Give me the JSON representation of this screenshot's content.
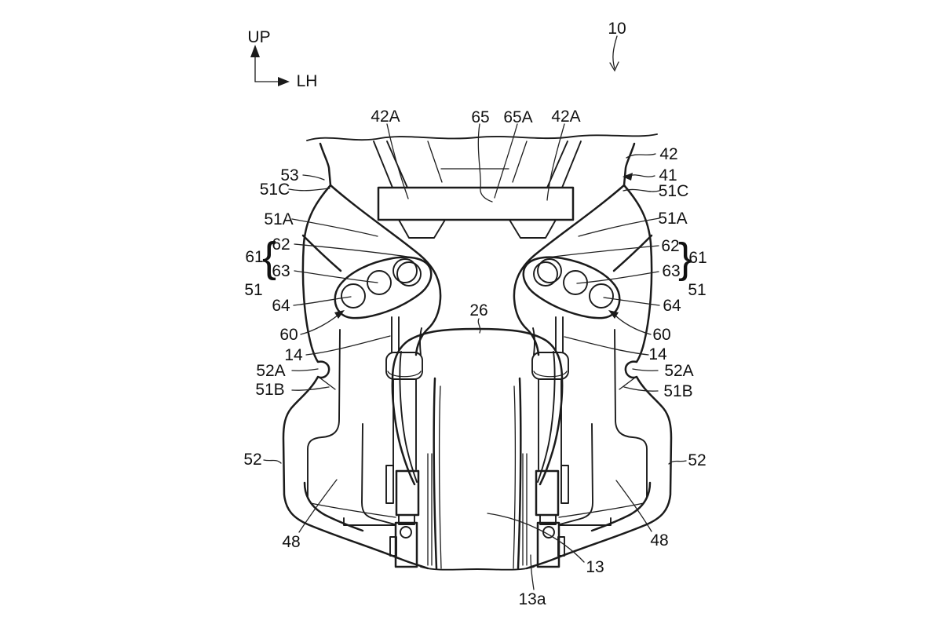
{
  "figure": {
    "kind": "patent-style front view line drawing of a motorcycle front cowl and fork",
    "colors": {
      "line": "#1b1b1b",
      "background": "#ffffff"
    }
  },
  "axis": {
    "up": "UP",
    "lh": "LH"
  },
  "labels": {
    "ref_10": "10",
    "ref_42a_left": "42A",
    "ref_65": "65",
    "ref_65a": "65A",
    "ref_42a_right": "42A",
    "ref_42": "42",
    "ref_41": "41",
    "ref_51c_right": "51C",
    "ref_51a_right": "51A",
    "ref_53": "53",
    "ref_51c_left": "51C",
    "ref_51a_left": "51A",
    "ref_62_left": "62",
    "ref_61_left": "61",
    "ref_63_left": "63",
    "ref_62_right": "62",
    "ref_61_right": "61",
    "ref_63_right": "63",
    "ref_51_left": "51",
    "ref_51_right": "51",
    "ref_64_left": "64",
    "ref_64_right": "64",
    "ref_60_left": "60",
    "ref_60_right": "60",
    "ref_14_left": "14",
    "ref_14_right": "14",
    "ref_52a_left": "52A",
    "ref_52a_right": "52A",
    "ref_51b_left": "51B",
    "ref_51b_right": "51B",
    "ref_52_left": "52",
    "ref_52_right": "52",
    "ref_48_left": "48",
    "ref_48_right": "48",
    "ref_26": "26",
    "ref_13": "13",
    "ref_13a": "13a",
    "brace_left": "{",
    "brace_right": "}"
  }
}
